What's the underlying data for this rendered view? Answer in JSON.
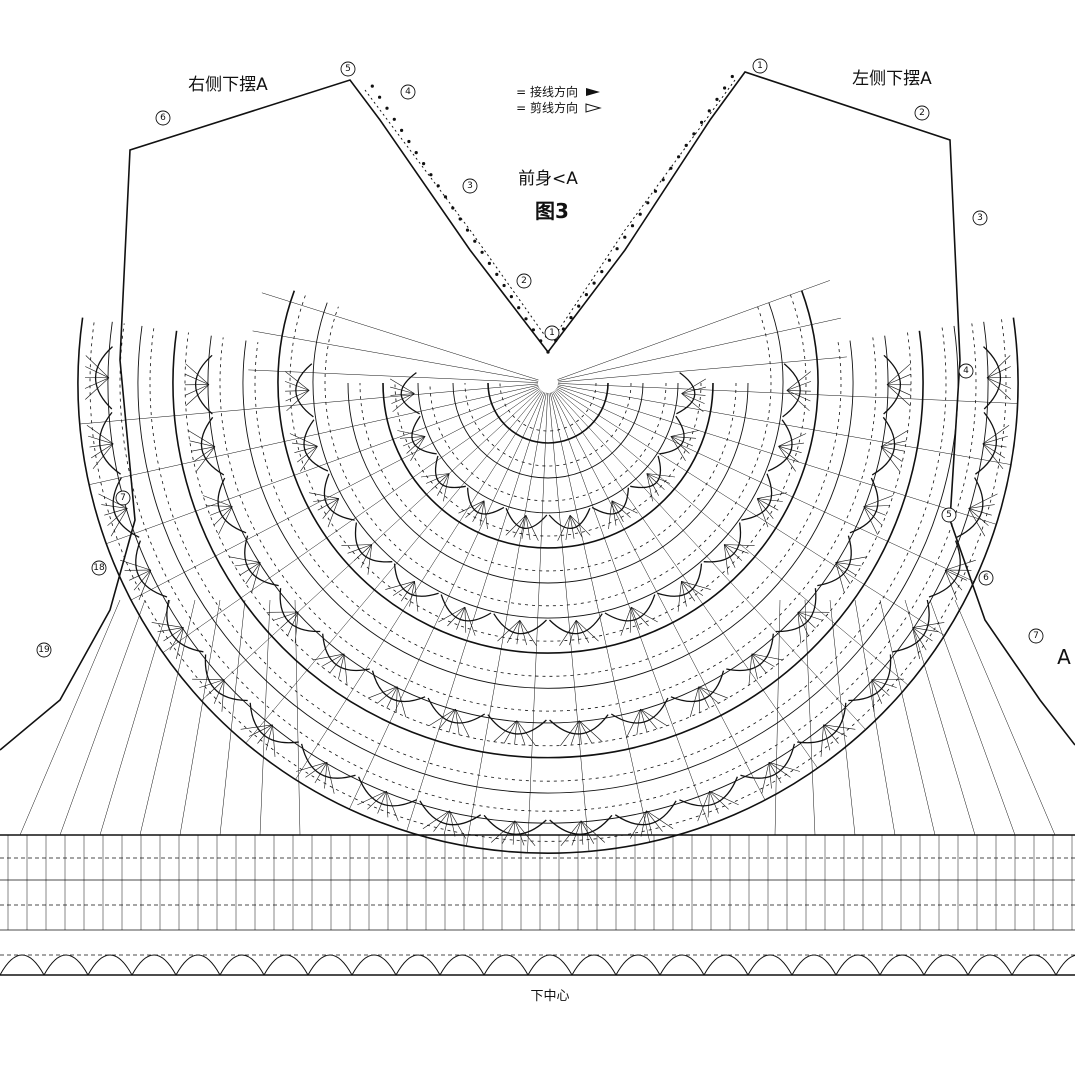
{
  "diagram": {
    "figure_label": "图3",
    "subtitle": "前身<A",
    "legend": [
      {
        "symbol": "arrow-filled",
        "text": "= 接线方向"
      },
      {
        "symbol": "arrow-open",
        "text": "= 剪线方向"
      }
    ],
    "corner_left_label": "右侧下摆A",
    "corner_right_label": "左侧下摆A",
    "bottom_label": "下中心",
    "edge_right_letter": "A",
    "row_markers": [
      "1",
      "2",
      "3",
      "4",
      "5",
      "6",
      "7",
      "18",
      "19"
    ],
    "accent_color": "#111111",
    "background_color": "#ffffff"
  }
}
